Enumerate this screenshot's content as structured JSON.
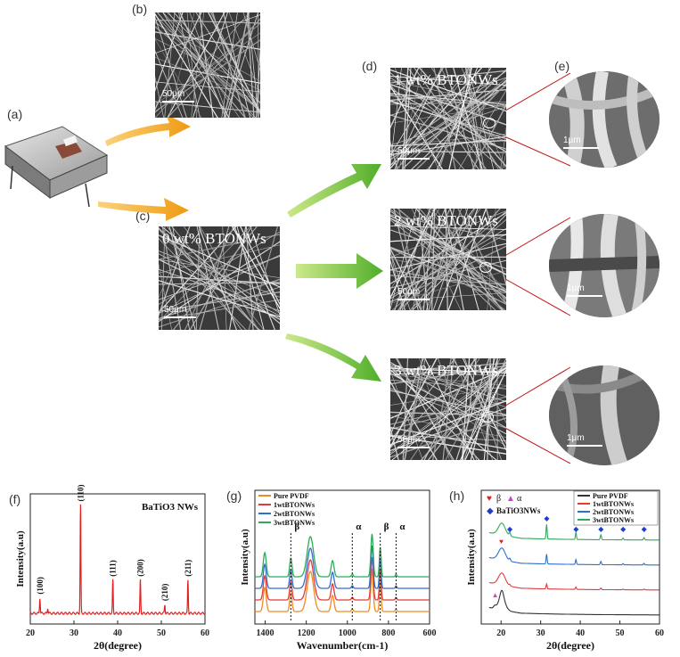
{
  "figure": {
    "panel_labels": [
      "(a)",
      "(b)",
      "(c)",
      "(d)",
      "(e)",
      "(f)",
      "(g)",
      "(h)"
    ],
    "sem": {
      "b": {
        "title": "",
        "scale": "50μm"
      },
      "c": {
        "title": "0 wt% BTONWs",
        "scale": "50μm"
      },
      "d1": {
        "title": "1 wt% BTONWs",
        "scale": "50μm"
      },
      "d2": {
        "title": "2 wt% BTONWs",
        "scale": "50μm"
      },
      "d3": {
        "title": "3 wt% BTONWs",
        "scale": "50μm"
      }
    },
    "zoom_scale": "1μm",
    "colors": {
      "arrow_orange": "#f0a020",
      "arrow_green": "#5cb82e",
      "xrd_red": "#e02020",
      "pure": "#f08c1e",
      "w1": "#e23a3a",
      "w2": "#2f6fd0",
      "w3": "#2faa5a",
      "black": "#333333",
      "zoom_line": "#c01818"
    }
  },
  "chart_data": [
    {
      "id": "f",
      "type": "line",
      "title": "BaTiO3 NWs",
      "xlabel": "2θ(degree)",
      "ylabel": "Intensity(a.u)",
      "xlim": [
        20,
        60
      ],
      "xticks": [
        20,
        30,
        40,
        50,
        60
      ],
      "peaks": [
        {
          "x": 22.2,
          "h": 0.14,
          "label": "(100)"
        },
        {
          "x": 24.0,
          "h": 0.05,
          "label": ""
        },
        {
          "x": 31.5,
          "h": 0.98,
          "label": "(110)"
        },
        {
          "x": 38.9,
          "h": 0.3,
          "label": "(111)"
        },
        {
          "x": 45.2,
          "h": 0.3,
          "label": "(200)"
        },
        {
          "x": 50.8,
          "h": 0.08,
          "label": "(210)"
        },
        {
          "x": 56.1,
          "h": 0.3,
          "label": "(211)"
        }
      ]
    },
    {
      "id": "g",
      "type": "line",
      "xlabel": "Wavenumber(cm-1)",
      "ylabel": "Intensity(a.u)",
      "xlim": [
        1450,
        600
      ],
      "xticks": [
        1400,
        1200,
        1000,
        800,
        600
      ],
      "series": [
        {
          "name": "Pure PVDF",
          "color": "#f08c1e"
        },
        {
          "name": "1wtBTONWs",
          "color": "#e23a3a"
        },
        {
          "name": "2wtBTONWs",
          "color": "#2f6fd0"
        },
        {
          "name": "3wtBTONWs",
          "color": "#2faa5a"
        }
      ],
      "annotations": [
        {
          "x": 1275,
          "text": "β"
        },
        {
          "x": 976,
          "text": "α"
        },
        {
          "x": 840,
          "text": "β"
        },
        {
          "x": 763,
          "text": "α"
        }
      ]
    },
    {
      "id": "h",
      "type": "line",
      "xlabel": "2θ(degree)",
      "ylabel": "Intensity(a.u)",
      "xlim": [
        15,
        60
      ],
      "xticks": [
        20,
        30,
        40,
        50,
        60
      ],
      "series": [
        {
          "name": "Pure PVDF",
          "color": "#333333"
        },
        {
          "name": "1wtBTONWs",
          "color": "#e23a3a"
        },
        {
          "name": "2wtBTONWs",
          "color": "#2f6fd0"
        },
        {
          "name": "3wtBTONWs",
          "color": "#2faa5a"
        }
      ],
      "legend_markers": {
        "beta": "β",
        "alpha": "α",
        "bto": "BaTiO3NWs"
      }
    }
  ]
}
